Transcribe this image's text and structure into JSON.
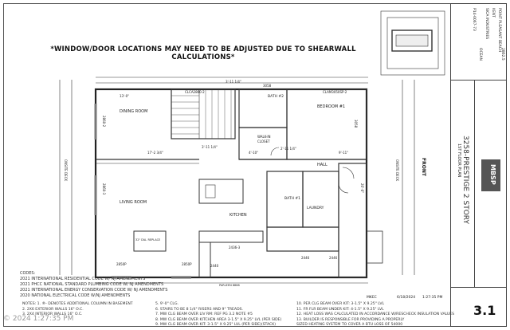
{
  "notice": "*WINDOW/DOOR LOCATIONS MAY NEED TO BE ADJUSTED DUE TO SHEARWALL CALCULATIONS*",
  "rooms": {
    "dining": "DINING ROOM",
    "living": "LIVING ROOM",
    "bedroom": "BEDROOM #1",
    "bath2": "BATH #2",
    "walkin": "WALK-IN",
    "closet": "CLOSET",
    "hall": "HALL",
    "kitchen": "KITCHEN",
    "laundry": "LAUNDRY",
    "bath1": "BATH #1",
    "front": "FRONT"
  },
  "dims": {
    "d1": "3'-11 1/4\"",
    "d2": "17'-2 3/4\"",
    "d3": "3'-11 1/4\"",
    "d4": "4'-10\"",
    "d5": "2'-11 1/4\"",
    "d6": "13'-0\"",
    "d7": "9'-11\"",
    "d8": "2436-3",
    "d9": "2446",
    "d10": "2446",
    "d11": "2850P",
    "d12": "2850P",
    "d13": "3058",
    "d14": "2860-2",
    "d15": "2860-3",
    "d16": "3058",
    "d17": "2440",
    "d18": "20'-0\""
  },
  "labels": {
    "onsite_left": "ONSITE DECK",
    "onsite_right": "ONSITE DECK",
    "clca": "CLCA2860-2",
    "clam": "CLAM3050SP-2",
    "fireplace": "32\" DIA. REPLACE",
    "parking": "PARLEEN 8888"
  },
  "codes": [
    "CODES:",
    "2021 INTERNATIONAL RESIDENTIAL CODE W/ NJ AMENDMENTS",
    "2021 PHCC NATIONAL STANDARD PLUMBING CODE W/ NJ AMENDMENTS",
    "2021 INTERNATIONAL ENERGY CONSERVATION CODE W/ NJ AMENDMENTS",
    "2020 NATIONAL ELECTRICAL CODE W/NJ AMENDMENTS"
  ],
  "notes_col1": [
    "NOTES: 1. ®- DENOTES ADDITIONAL COLUMN IN BASEMENT",
    "2. 2X6 EXTERIOR WALLS 16\" O.C.",
    "3. 2X4 INTERIOR WALLS 16\" O.C."
  ],
  "notes_col2": [
    "5. 9'-0\" CLG.",
    "6. STAIRS TO BE 8 1/4\" RISERS AND 9\" TREADS.",
    "7. MW CLG BEAM OVER LIV RM: REF PG 3.2 NOTE #5",
    "8. MW CLG BEAM OVER KITCHEN AREA 3-1.5\" X 9.25\" LVL (PER SIDE)",
    "9. MW CLG BEAM OVER KIT: 3-1.5\" X 9.25\" LVL (PER SIDE)(STACK)"
  ],
  "notes_col3": [
    "10. PER CLG BEAM OVER KIT: 3-1.5\" X 9.25\" LVL",
    "11. FR FLR BEAM UNDER KIT: 4-1.5\" X 9.25\" LVL",
    "12. HEAT LOSS WAS CALCULATED IN ACCORDANCE W/RESCHECK INSULATION VALUES",
    "13. BUILDER IS RESPONSIBLE FOR PROVIDING A PROPERLY",
    "    SIZED HEATING SYSTEM TO COVER A BTU LOSS OF 54000"
  ],
  "title_block": {
    "project": "3258-PRESTIGE 2 STORY",
    "sheet_title": "1ST FLOOR PLAN",
    "company": "SICA INDUSTRIES",
    "client": "KENT",
    "town": "POINT PLEASANT BEACH",
    "county": "OCEAN",
    "job": "P14-0067-73",
    "date": "6/18/2024",
    "time": "1:27:35 PM",
    "drawn": "MKEC",
    "sheet": "3.1",
    "rev": "2862.5",
    "logo": "MBSP"
  },
  "watermark": "© 2024 1:27:35 PM"
}
